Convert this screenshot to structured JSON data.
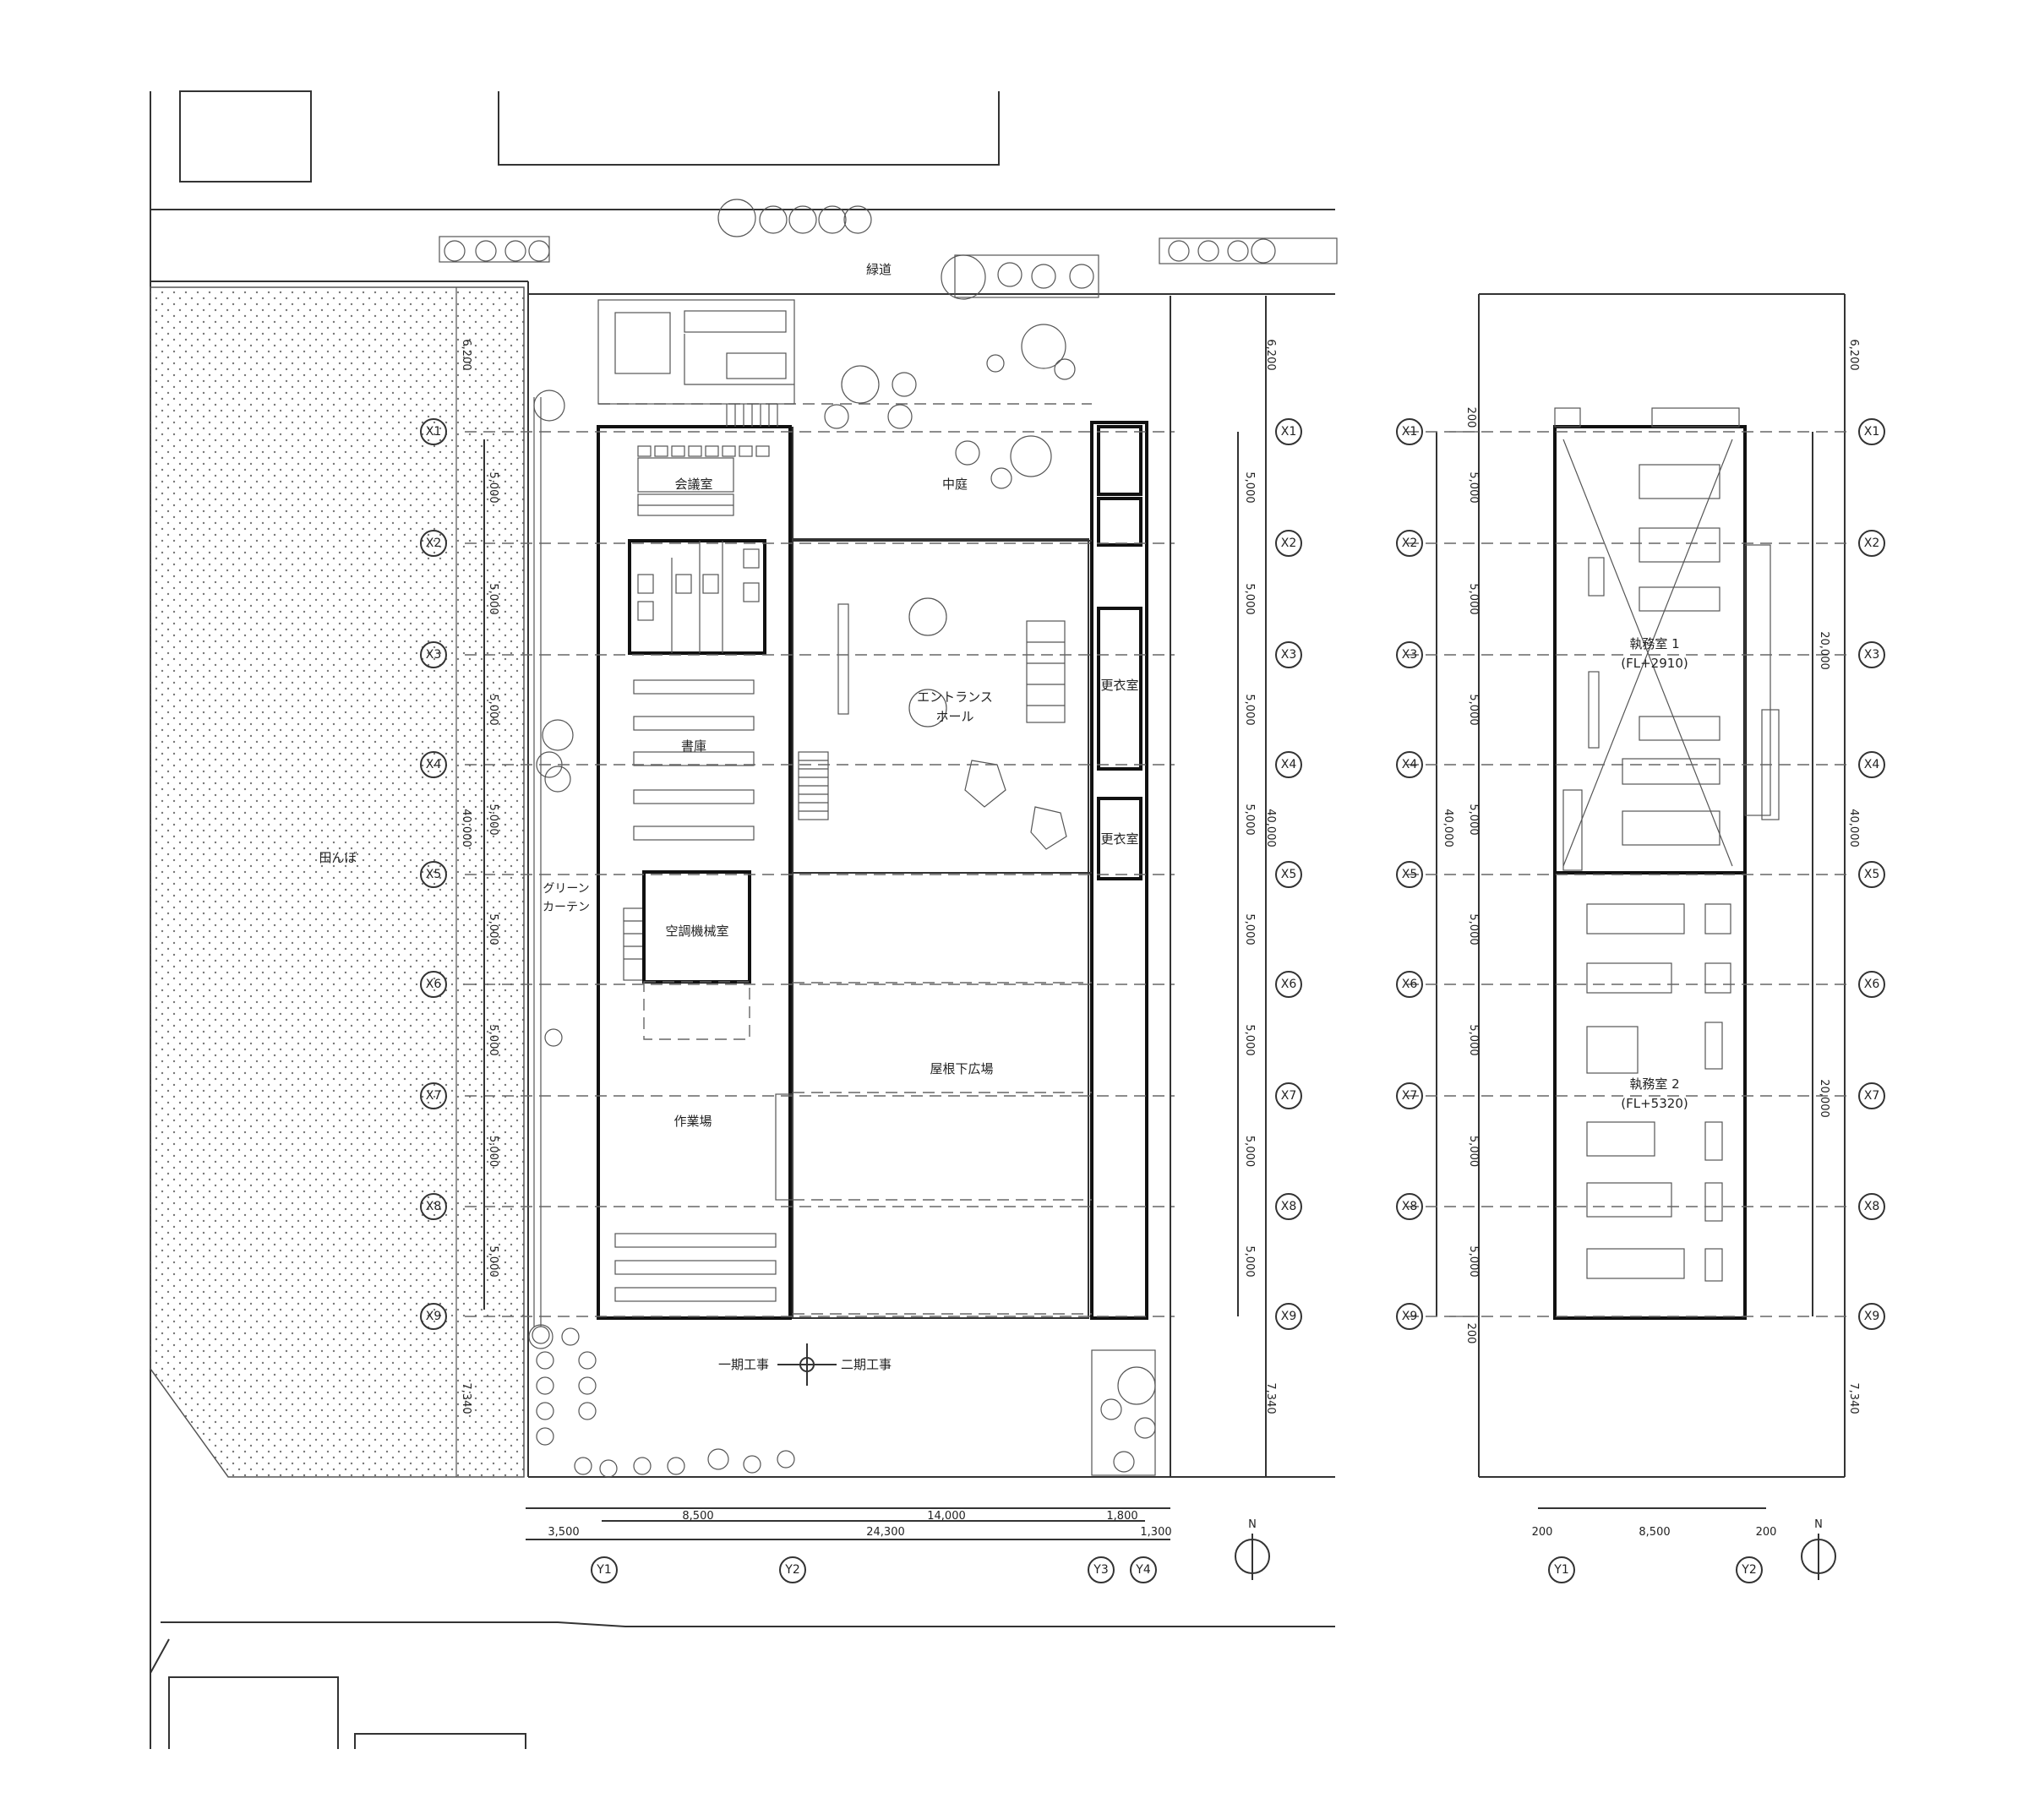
{
  "street": {
    "label": "緑道"
  },
  "field": {
    "label": "田んぼ"
  },
  "green_curtain": {
    "line1": "グリーン",
    "line2": "カーテン"
  },
  "phase": {
    "phase1": "一期工事",
    "phase2": "二期工事"
  },
  "north_label": "N",
  "ground_floor": {
    "rooms": {
      "meeting": "会議室",
      "courtyard": "中庭",
      "archive": "書庫",
      "entrance_1": "エントランス",
      "entrance_2": "ホール",
      "locker_1": "更衣室",
      "locker_2": "更衣室",
      "ac_room": "空調機械室",
      "roof_plaza": "屋根下広場",
      "workshop": "作業場"
    },
    "grid_x": [
      "X1",
      "X2",
      "X3",
      "X4",
      "X5",
      "X6",
      "X7",
      "X8",
      "X9"
    ],
    "grid_y": [
      "Y1",
      "Y2",
      "Y3",
      "Y4"
    ],
    "dims_vertical": [
      "6,200",
      "5,000",
      "5,000",
      "5,000",
      "5,000",
      "5,000",
      "5,000",
      "5,000",
      "5,000",
      "40,000",
      "7,340"
    ],
    "dims_horizontal_top": [
      "8,500",
      "14,000",
      "1,800"
    ],
    "dims_horizontal_bottom": [
      "3,500",
      "24,300",
      "1,300"
    ]
  },
  "upper_floor": {
    "office1_name": "執務室 1",
    "office1_level": "(FL+2910)",
    "office2_name": "執務室 2",
    "office2_level": "(FL+5320)",
    "grid_x": [
      "X1",
      "X2",
      "X3",
      "X4",
      "X5",
      "X6",
      "X7",
      "X8",
      "X9"
    ],
    "grid_y": [
      "Y1",
      "Y2"
    ],
    "dims_vertical": [
      "200",
      "5,000",
      "5,000",
      "5,000",
      "5,000",
      "5,000",
      "5,000",
      "5,000",
      "5,000",
      "200",
      "40,000",
      "6,200",
      "20,000",
      "40,000",
      "20,000",
      "7,340"
    ],
    "dims_horizontal": [
      "200",
      "8,500",
      "200"
    ]
  }
}
